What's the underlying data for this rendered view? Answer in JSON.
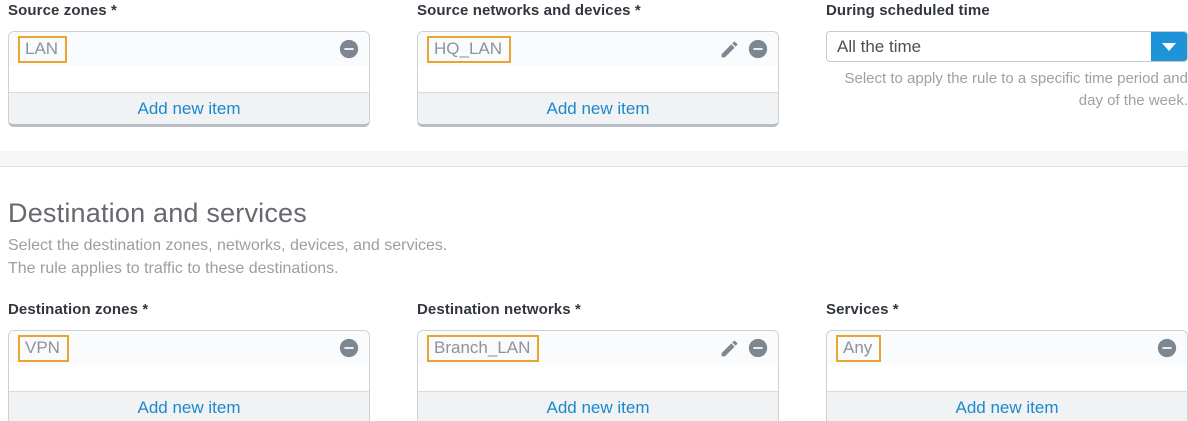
{
  "source": {
    "zones": {
      "label": "Source zones *",
      "item": "LAN",
      "add": "Add new item"
    },
    "networks": {
      "label": "Source networks and devices *",
      "item": "HQ_LAN",
      "add": "Add new item"
    },
    "schedule": {
      "label": "During scheduled time",
      "value": "All the time",
      "help": "Select to apply the rule to a specific time period and day of the week."
    }
  },
  "destination": {
    "title": "Destination and services",
    "desc_line1": "Select the destination zones, networks, devices, and services.",
    "desc_line2": "The rule applies to traffic to these destinations.",
    "zones": {
      "label": "Destination zones *",
      "item": "VPN",
      "add": "Add new item"
    },
    "networks": {
      "label": "Destination networks *",
      "item": "Branch_LAN",
      "add": "Add new item"
    },
    "services": {
      "label": "Services *",
      "item": "Any",
      "add": "Add new item"
    }
  },
  "icons": {
    "remove": "remove-circle-icon",
    "edit": "pencil-icon",
    "dropdown": "chevron-down-icon"
  },
  "colors": {
    "highlight_border": "#e9a52e",
    "link_blue": "#1b89cd",
    "dropdown_button_blue": "#1e93d7",
    "icon_gray": "#7d8791",
    "label_dark": "#31363f",
    "muted_text": "#9b9ea3"
  }
}
